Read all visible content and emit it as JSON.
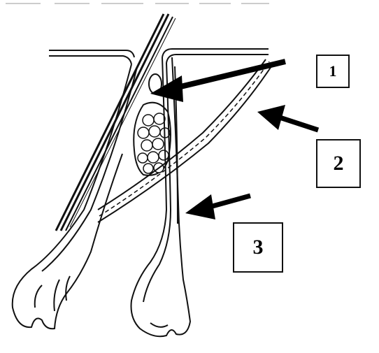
{
  "labels": {
    "box1": "1",
    "box2": "2",
    "box3": "3"
  },
  "colors": {
    "ink": "#111111",
    "paper": "#ffffff"
  }
}
